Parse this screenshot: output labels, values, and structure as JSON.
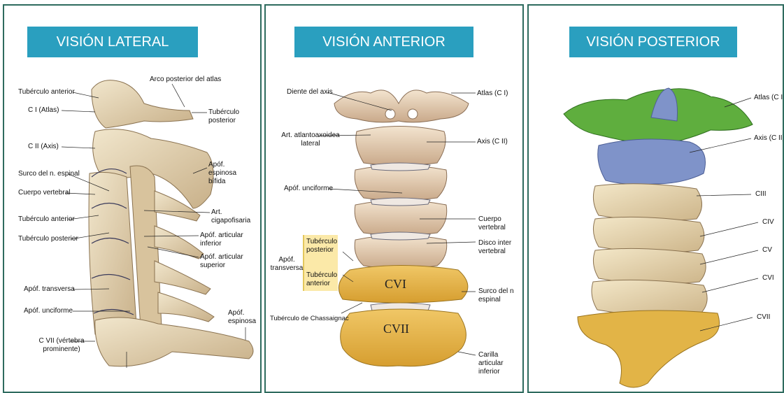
{
  "panels": [
    {
      "title": "VISIÓN LATERAL",
      "labels": {
        "tuberculo_anterior_top": "Tubérculo anterior",
        "ci_atlas": "C I (Atlas)",
        "arco_posterior": "Arco posterior del atlas",
        "tuberculo_posterior_top": "Tubérculo posterior",
        "cii_axis": "C II (Axis)",
        "apof_espinosa_bifida": "Apóf. espinosa bífida",
        "surco_espinal": "Surco del n. espinal",
        "cuerpo_vertebral": "Cuerpo vertebral",
        "tuberculo_anterior_mid": "Tubérculo anterior",
        "art_cigapofisaria": "Art. cigapofisaria",
        "tuberculo_posterior_mid": "Tubérculo posterior",
        "apof_articular_inferior": "Apóf. articular inferior",
        "apof_articular_superior": "Apóf. articular superior",
        "apof_transversa": "Apóf. transversa",
        "apof_unciforme": "Apóf. unciforme",
        "apof_espinosa": "Apóf. espinosa",
        "cvii": "C VII (vértebra prominente)"
      }
    },
    {
      "title": "VISIÓN ANTERIOR",
      "labels": {
        "diente_axis": "Diente del axis",
        "atlas": "Atlas (C I)",
        "art_atlantoaxoidea": "Art. atlantoaxoidea lateral",
        "axis": "Axis (C II)",
        "apof_unciforme": "Apóf. unciforme",
        "cuerpo_vertebral": "Cuerpo vertebral",
        "disco": "Disco inter vertebral",
        "tuberculo_posterior": "Tubérculo posterior",
        "apof_transversa": "Apóf. transversa",
        "tuberculo_anterior": "Tubérculo anterior",
        "surco_espinal": "Surco del n espinal",
        "chassaignac": "Tubérculo de Chassaignac",
        "carilla": "Carilla articular inferior",
        "cvi": "CVI",
        "cvii": "CVII"
      }
    },
    {
      "title": "VISIÓN POSTERIOR",
      "labels": {
        "atlas": "Atlas (C I)",
        "axis": "Axis (C II)",
        "ciii": "CIII",
        "civ": "CIV",
        "cv": "CV",
        "cvi": "CVI",
        "cvii": "CVII"
      }
    }
  ],
  "colors": {
    "title_bg": "#2a9fbf",
    "border": "#2e6b5e",
    "bone": "#e8d9b8",
    "bone_shadow": "#b89e77",
    "atlas_green": "#5fae3e",
    "axis_blue": "#7f93c9",
    "cvii_yellow": "#e2b447",
    "tubercle_box": "#fbe9a8"
  }
}
